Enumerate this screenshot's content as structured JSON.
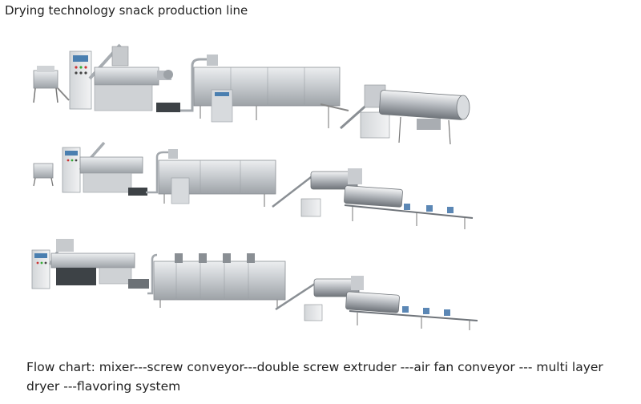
{
  "title": "Drying technology snack production line",
  "caption": {
    "line1": "Flow chart: mixer---screw conveyor---double screw extruder ---air fan conveyor --- multi layer",
    "line2": "dryer ---flavoring system"
  },
  "colors": {
    "steel_light": "#d9dcdf",
    "steel_mid": "#b8bcc1",
    "steel_dark": "#7d8288",
    "control_box": "#e6e8ea",
    "motor_dark": "#3d4246",
    "panel_blue": "#4a7fb0"
  }
}
